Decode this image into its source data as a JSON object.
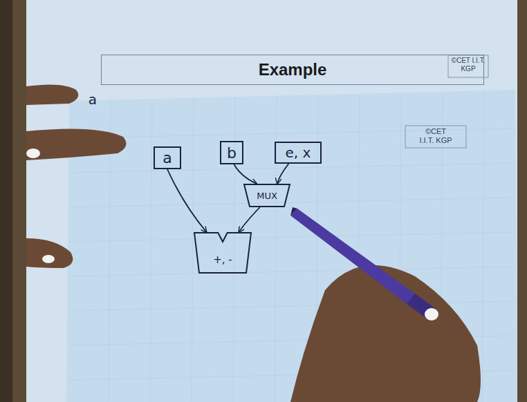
{
  "diagram": {
    "title": "Example",
    "nodes": [
      {
        "text": [
          "a"
        ]
      },
      {
        "text": [
          "b"
        ]
      },
      {
        "text": [
          "e, x"
        ]
      },
      {
        "text": [
          "MUX"
        ]
      },
      {
        "text": [
          "+, -"
        ]
      }
    ],
    "edges": [
      {
        "from": 0,
        "to": 4,
        "arrow": "to"
      },
      {
        "from": 1,
        "to": 3,
        "arrow": "to"
      },
      {
        "from": 2,
        "to": 3,
        "arrow": "to"
      },
      {
        "from": 3,
        "to": 4,
        "arrow": "to"
      }
    ],
    "labels": [
      "©CET I.I.T. KGP",
      "©CET I.I.T. KGP",
      "a"
    ]
  }
}
